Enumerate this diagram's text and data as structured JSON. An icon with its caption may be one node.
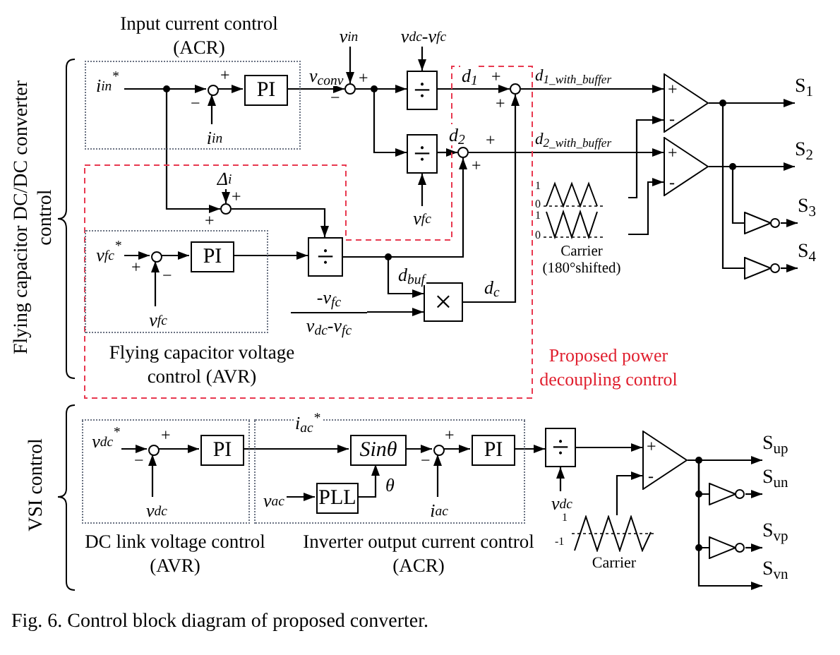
{
  "diagram": {
    "caption": "Fig. 6. Control block diagram of proposed converter.",
    "nodes": [
      {
        "text": [
          "Input current control (ACR)"
        ]
      },
      {
        "text": [
          "i$_{in}$$^{*}$"
        ],
        "in": 0
      },
      {
        "text": [],
        "shape": "circle",
        "in": 0
      },
      {
        "text": [
          "PI"
        ],
        "in": 0
      },
      {
        "text": [
          "i$_{in}$"
        ],
        "in": 0
      },
      {
        "text": [
          "v$_{in}$"
        ]
      },
      {
        "text": [],
        "shape": "circle"
      },
      {
        "text": [
          "v$_{dc}$-v$_{fc}$"
        ]
      },
      {
        "text": [
          "÷"
        ]
      },
      {
        "text": [
          "÷"
        ]
      },
      {
        "text": [
          "v$_{fc}$"
        ]
      },
      {
        "text": [
          "Proposed power decoupling control"
        ]
      },
      {
        "text": [],
        "shape": "circle",
        "in": 11
      },
      {
        "text": [],
        "shape": "circle",
        "in": 11
      },
      {
        "text": [
          "Δ$_{i}$"
        ],
        "in": 11
      },
      {
        "text": [],
        "shape": "circle",
        "in": 11
      },
      {
        "text": [
          "Flying capacitor voltage control (AVR)"
        ],
        "in": 11
      },
      {
        "text": [
          "v$_{fc}$$^{*}$"
        ],
        "in": 16
      },
      {
        "text": [],
        "shape": "circle",
        "in": 16
      },
      {
        "text": [
          "PI"
        ],
        "in": 16
      },
      {
        "text": [
          "v$_{fc}$"
        ],
        "in": 16
      },
      {
        "text": [
          "÷"
        ],
        "in": 11
      },
      {
        "text": [
          "×"
        ],
        "in": 11
      },
      {
        "text": [
          "-v$_{fc}$",
          "v$_{dc}$-v$_{fc}$"
        ],
        "in": 11
      },
      {
        "text": [
          "Carrier (180°shifted)"
        ],
        "beside": [
          "1",
          "0",
          "1",
          "0"
        ]
      },
      {
        "text": [
          "+",
          "-"
        ]
      },
      {
        "text": [
          "+",
          "-"
        ]
      },
      {
        "text": [],
        "shape": "triangle"
      },
      {
        "text": [],
        "shape": "triangle"
      },
      {
        "text": [
          "DC link voltage control (AVR)"
        ]
      },
      {
        "text": [
          "v$_{dc}$$^{*}$"
        ],
        "in": 29
      },
      {
        "text": [],
        "shape": "circle",
        "in": 29
      },
      {
        "text": [
          "PI"
        ],
        "in": 29
      },
      {
        "text": [
          "v$_{dc}$"
        ],
        "in": 29
      },
      {
        "text": [
          "Inverter output current control (ACR)"
        ]
      },
      {
        "text": [
          "Sinθ"
        ],
        "in": 34
      },
      {
        "text": [
          "v$_{ac}$"
        ],
        "in": 34
      },
      {
        "text": [
          "PLL"
        ],
        "in": 34
      },
      {
        "text": [],
        "shape": "circle",
        "in": 34
      },
      {
        "text": [
          "i$_{ac}$"
        ],
        "in": 34
      },
      {
        "text": [
          "PI"
        ],
        "in": 34
      },
      {
        "text": [
          "÷"
        ]
      },
      {
        "text": [
          "v$_{dc}$"
        ]
      },
      {
        "text": [
          "Carrier"
        ],
        "beside": [
          "1",
          "-1"
        ]
      },
      {
        "text": [
          "+",
          "-"
        ]
      },
      {
        "text": [],
        "shape": "triangle"
      },
      {
        "text": [],
        "shape": "triangle"
      },
      {
        "text": [
          "S$_{1}$"
        ]
      },
      {
        "text": [
          "S$_{2}$"
        ]
      },
      {
        "text": [
          "S$_{3}$"
        ]
      },
      {
        "text": [
          "S$_{4}$"
        ]
      },
      {
        "text": [
          "S$_{up}$"
        ]
      },
      {
        "text": [
          "S$_{un}$"
        ]
      },
      {
        "text": [
          "S$_{vp}$"
        ]
      },
      {
        "text": [
          "S$_{vn}$"
        ]
      }
    ],
    "edges": [
      {
        "from": 1,
        "to": 2,
        "arrow": "to"
      },
      {
        "from": 1,
        "to": 15,
        "arrow": "to"
      },
      {
        "from": 4,
        "to": 2,
        "arrow": "to"
      },
      {
        "from": 2,
        "to": 3,
        "arrow": "to"
      },
      {
        "from": 3,
        "to": 6,
        "arrow": "to",
        "label": "v$_{conv}$"
      },
      {
        "from": 5,
        "to": 6,
        "arrow": "to"
      },
      {
        "from": 6,
        "to": 8,
        "arrow": "to"
      },
      {
        "from": 6,
        "to": 9,
        "arrow": "to"
      },
      {
        "from": 7,
        "to": 8,
        "arrow": "to"
      },
      {
        "from": 10,
        "to": 9,
        "arrow": "to"
      },
      {
        "from": 8,
        "to": 12,
        "arrow": "to",
        "label": "d$_{1}$"
      },
      {
        "from": 9,
        "to": 13,
        "arrow": "to",
        "label": "d$_{2}$"
      },
      {
        "from": 12,
        "to": 25,
        "arrow": "to",
        "label": "d$_{1_with_buffer}$"
      },
      {
        "from": 13,
        "to": 26,
        "arrow": "to",
        "label": "d$_{2_with_buffer}$"
      },
      {
        "from": 14,
        "to": 15,
        "arrow": "to"
      },
      {
        "from": 15,
        "to": 21,
        "arrow": "to"
      },
      {
        "from": 17,
        "to": 18,
        "arrow": "to"
      },
      {
        "from": 20,
        "to": 18,
        "arrow": "to"
      },
      {
        "from": 18,
        "to": 19,
        "arrow": "to"
      },
      {
        "from": 19,
        "to": 21,
        "arrow": "to"
      },
      {
        "from": 21,
        "to": 13,
        "arrow": "to"
      },
      {
        "from": 21,
        "to": 22,
        "arrow": "to",
        "label": "d$_{buf}$"
      },
      {
        "from": 23,
        "to": 22,
        "arrow": "to"
      },
      {
        "from": 22,
        "to": 12,
        "arrow": "to",
        "label": "d$_{c}$"
      },
      {
        "from": 24,
        "to": 25,
        "arrow": "to"
      },
      {
        "from": 24,
        "to": 26,
        "arrow": "to"
      },
      {
        "from": 25,
        "to": 47,
        "arrow": "to"
      },
      {
        "from": 25,
        "to": 28,
        "arrow": "none"
      },
      {
        "from": 26,
        "to": 48,
        "arrow": "to"
      },
      {
        "from": 26,
        "to": 27,
        "arrow": "none"
      },
      {
        "from": 27,
        "to": 49,
        "arrow": "to"
      },
      {
        "from": 28,
        "to": 50,
        "arrow": "to"
      },
      {
        "from": 30,
        "to": 31,
        "arrow": "to"
      },
      {
        "from": 33,
        "to": 31,
        "arrow": "to"
      },
      {
        "from": 31,
        "to": 32,
        "arrow": "to"
      },
      {
        "from": 32,
        "to": 35,
        "arrow": "to",
        "label": "i$_{ac}$$^{*}$"
      },
      {
        "from": 36,
        "to": 37,
        "arrow": "to"
      },
      {
        "from": 37,
        "to": 35,
        "arrow": "to",
        "label": "θ"
      },
      {
        "from": 35,
        "to": 38,
        "arrow": "to"
      },
      {
        "from": 39,
        "to": 38,
        "arrow": "to"
      },
      {
        "from": 38,
        "to": 40,
        "arrow": "to"
      },
      {
        "from": 40,
        "to": 41,
        "arrow": "to"
      },
      {
        "from": 42,
        "to": 41,
        "arrow": "to"
      },
      {
        "from": 41,
        "to": 44,
        "arrow": "to"
      },
      {
        "from": 43,
        "to": 44,
        "arrow": "to"
      },
      {
        "from": 44,
        "to": 51,
        "arrow": "to"
      },
      {
        "from": 44,
        "to": 45,
        "arrow": "none"
      },
      {
        "from": 44,
        "to": 46,
        "arrow": "none"
      },
      {
        "from": 44,
        "to": 54,
        "arrow": "to"
      },
      {
        "from": 45,
        "to": 52,
        "arrow": "to"
      },
      {
        "from": 46,
        "to": 53,
        "arrow": "to"
      }
    ],
    "labels": [
      "Flying capacitor DC/DC converter control",
      "+",
      "−",
      "+",
      "−",
      "+",
      "+",
      "+",
      "+",
      "+",
      "+",
      "+",
      "−",
      "VSI control",
      "+",
      "−",
      "+",
      "−"
    ]
  }
}
